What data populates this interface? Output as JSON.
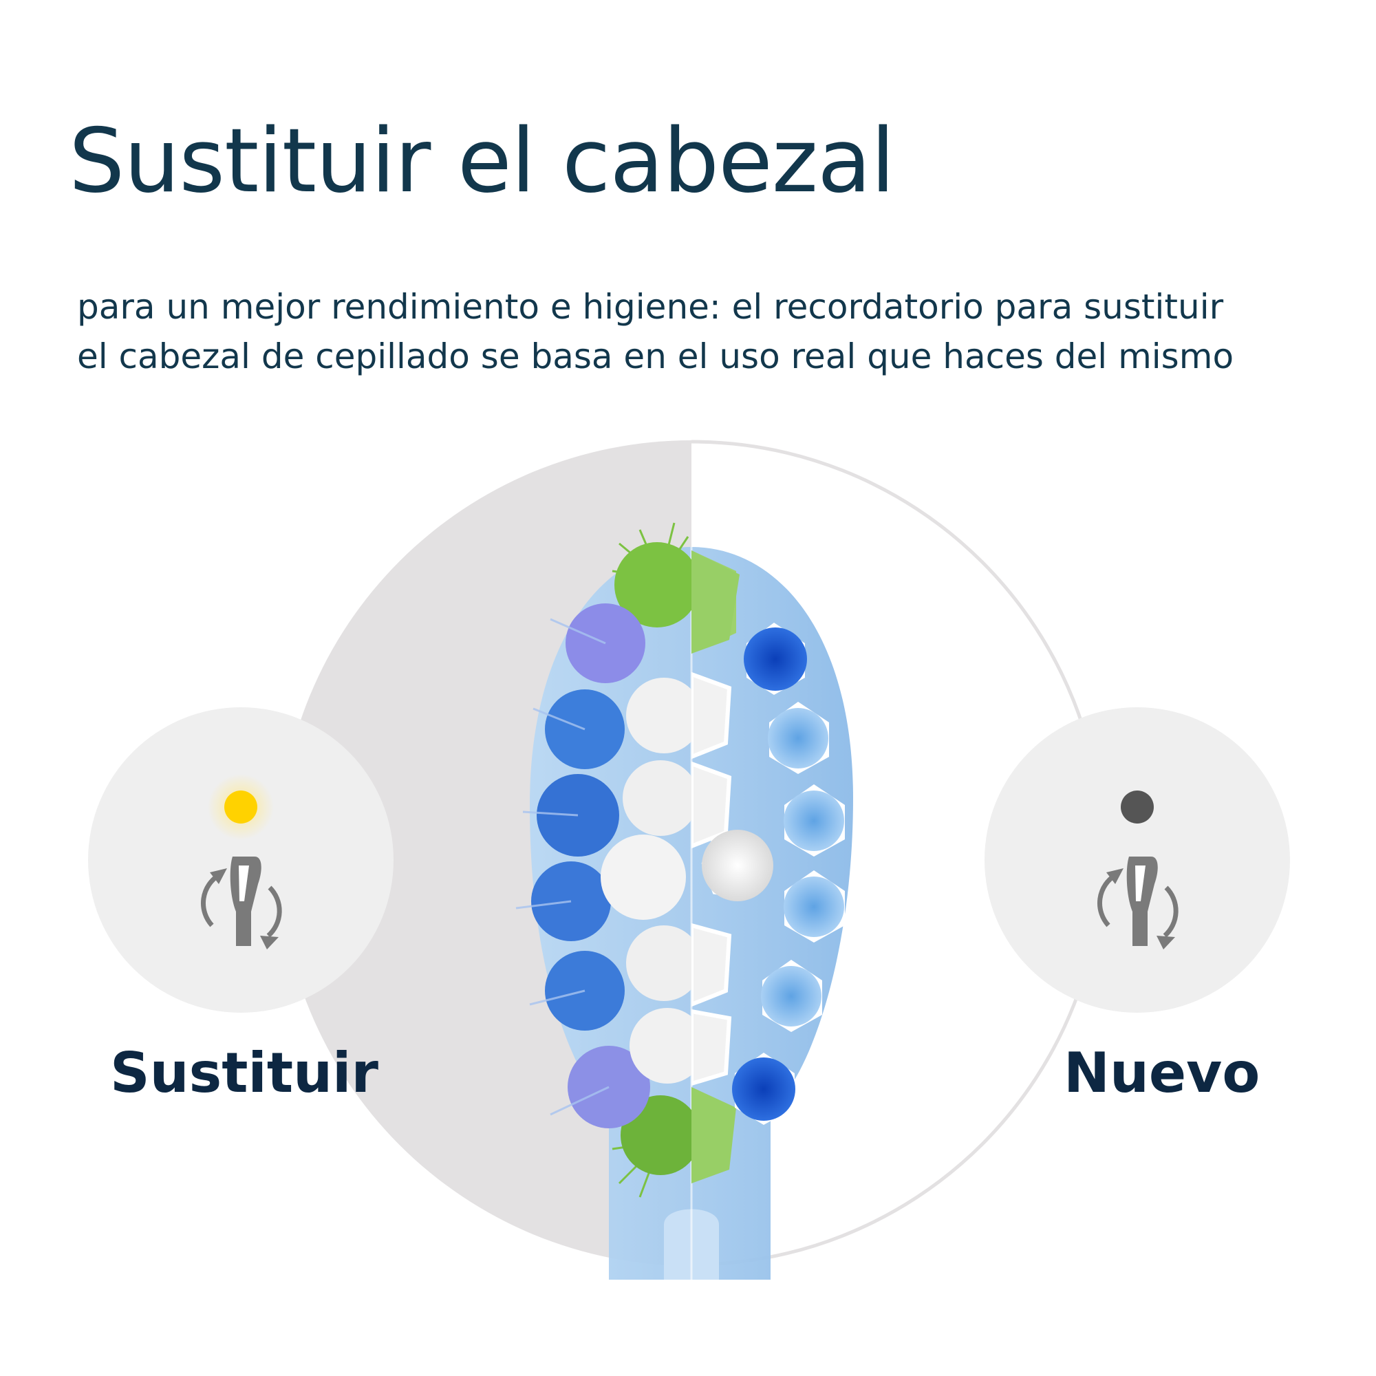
{
  "header": {
    "title": "Sustituir el cabezal",
    "subtitle_line_1": "para un mejor rendimiento e higiene: el recordatorio para sustituir",
    "subtitle_line_2": "el cabezal de cepillado se basa en el uso real que haces del mismo"
  },
  "indicators": {
    "replace": {
      "label": "Sustituir",
      "dot_color": "#FFD200",
      "icon": "brush-head-rotate-icon"
    },
    "new": {
      "label": "Nuevo",
      "dot_color": "#555555",
      "icon": "brush-head-rotate-icon"
    }
  },
  "colors": {
    "title": "#12374C",
    "label": "#0D2742",
    "worn_half_bg": "#E3E1E2",
    "new_half_bg": "#FFFFFF",
    "head_blue": "#A9CDEF",
    "bristle_green": "#7CC242",
    "bristle_blue": "#1E55C8",
    "bristle_light_blue": "#64A9E6",
    "bristle_purple": "#8C8CE8"
  }
}
